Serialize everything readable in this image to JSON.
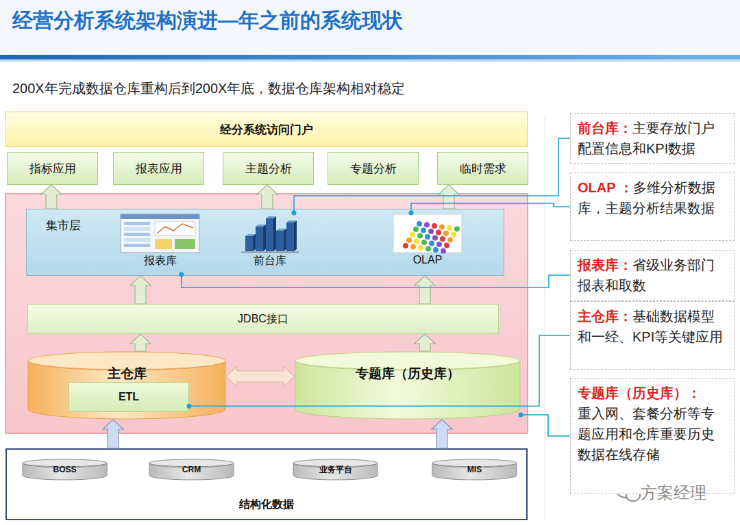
{
  "diagram": {
    "title": "经营分析系统架构演进—年之前的系统现状",
    "nodes": [
      {
        "text": [
          "经分系统访问门户"
        ]
      },
      {
        "text": [
          "指标应用"
        ]
      },
      {
        "text": [
          "报表应用"
        ]
      },
      {
        "text": [
          "主题分析"
        ]
      },
      {
        "text": [
          "专题分析"
        ]
      },
      {
        "text": [
          "临时需求"
        ]
      },
      {
        "text": [
          "集市层"
        ]
      },
      {
        "text": [
          "报表库"
        ],
        "in": 6
      },
      {
        "text": [
          "前台库"
        ],
        "in": 6
      },
      {
        "text": [
          "OLAP"
        ],
        "in": 6
      },
      {
        "text": [
          "JDBC接口"
        ]
      },
      {
        "text": [
          "主仓库"
        ]
      },
      {
        "text": [
          "ETL"
        ],
        "in": 11
      },
      {
        "text": [
          "专题库（历史库）"
        ]
      },
      {
        "text": [
          "结构化数据"
        ]
      },
      {
        "text": [
          "BOSS"
        ],
        "in": 14
      },
      {
        "text": [
          "CRM"
        ],
        "in": 14
      },
      {
        "text": [
          "业务平台"
        ],
        "in": 14
      },
      {
        "text": [
          "MIS"
        ],
        "in": 14
      },
      {
        "text": [
          "前台库：",
          "主要存放门户配置信息和KPI数据"
        ]
      },
      {
        "text": [
          "OLAP ：",
          "多维分析数据库，主题分析结果数据"
        ]
      },
      {
        "text": [
          "报表库：",
          "省级业务部门报表和取数"
        ]
      },
      {
        "text": [
          "主仓库：",
          "基础数据模型和一经、KPI等关键应用"
        ]
      },
      {
        "text": [
          "专题库（历史库）：",
          "重入网、套餐分析等专题应用和仓库重要历史数据在线存储"
        ]
      }
    ],
    "edges": [
      {
        "from": 6,
        "to": 1,
        "arrow": "to"
      },
      {
        "from": 6,
        "to": 3,
        "arrow": "to"
      },
      {
        "from": 6,
        "to": 5,
        "arrow": "to"
      },
      {
        "from": 10,
        "to": 6,
        "arrow": "to"
      },
      {
        "from": 10,
        "to": 6,
        "arrow": "to"
      },
      {
        "from": 11,
        "to": 10,
        "arrow": "to"
      },
      {
        "from": 13,
        "to": 10,
        "arrow": "to"
      },
      {
        "from": 11,
        "to": 13,
        "arrow": "both"
      },
      {
        "from": 14,
        "to": 11,
        "arrow": "to"
      },
      {
        "from": 14,
        "to": 13,
        "arrow": "to"
      },
      {
        "from": 19,
        "to": 8,
        "arrow": "none"
      },
      {
        "from": 20,
        "to": 9,
        "arrow": "none"
      },
      {
        "from": 21,
        "to": 7,
        "arrow": "none"
      },
      {
        "from": 22,
        "to": 12,
        "arrow": "none"
      },
      {
        "from": 23,
        "to": 13,
        "arrow": "none"
      }
    ],
    "labels": [
      "200X年完成数据仓库重构后到200X年底，数据仓库架构相对稳定",
      "方案经理"
    ]
  }
}
